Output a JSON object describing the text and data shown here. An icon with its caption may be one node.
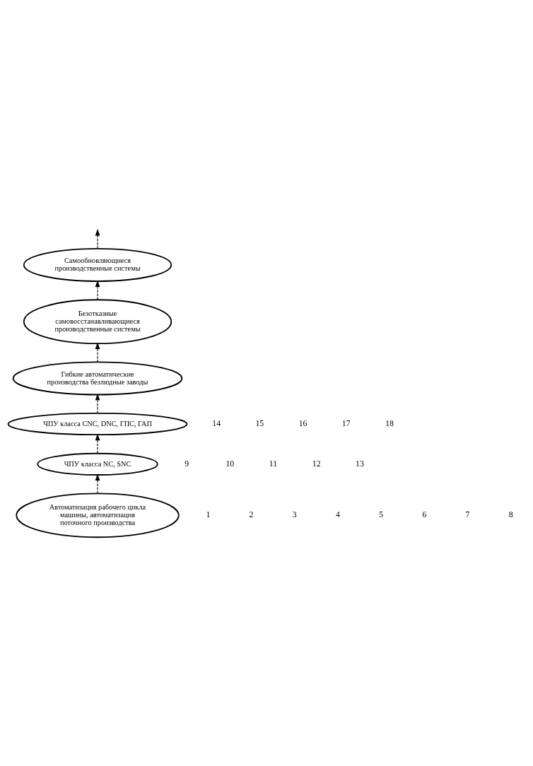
{
  "diagram": {
    "nodes": [
      {
        "text": [
          "Самообновляющиеся производственные системы"
        ]
      },
      {
        "text": [
          "Безотказные самовосстанавливающиеся производственные системы"
        ]
      },
      {
        "text": [
          "Гибкие автоматические производства безлюдные заводы"
        ]
      },
      {
        "text": [
          "ЧПУ класса CNC, DNC, ГПС, ГАП"
        ]
      },
      {
        "text": [
          "ЧПУ класса NC, SNC"
        ]
      },
      {
        "text": [
          "Автоматизация рабочего цикла машины, автоматизация поточного производства"
        ]
      }
    ],
    "edges": [
      {
        "from": 5,
        "to": 4,
        "arrow": "to",
        "style": "dashed"
      },
      {
        "from": 4,
        "to": 3,
        "arrow": "to",
        "style": "dashed"
      },
      {
        "from": 3,
        "to": 2,
        "arrow": "to",
        "style": "dashed"
      },
      {
        "from": 2,
        "to": 1,
        "arrow": "to",
        "style": "dashed"
      },
      {
        "from": 1,
        "to": 0,
        "arrow": "to",
        "style": "dashed"
      },
      {
        "from": 0,
        "to": null,
        "arrow": "to",
        "style": "dashed"
      }
    ],
    "labels": [
      "1",
      "2",
      "3",
      "4",
      "5",
      "6",
      "7",
      "8",
      "9",
      "10",
      "11",
      "12",
      "13",
      "14",
      "15",
      "16",
      "17",
      "18"
    ]
  }
}
